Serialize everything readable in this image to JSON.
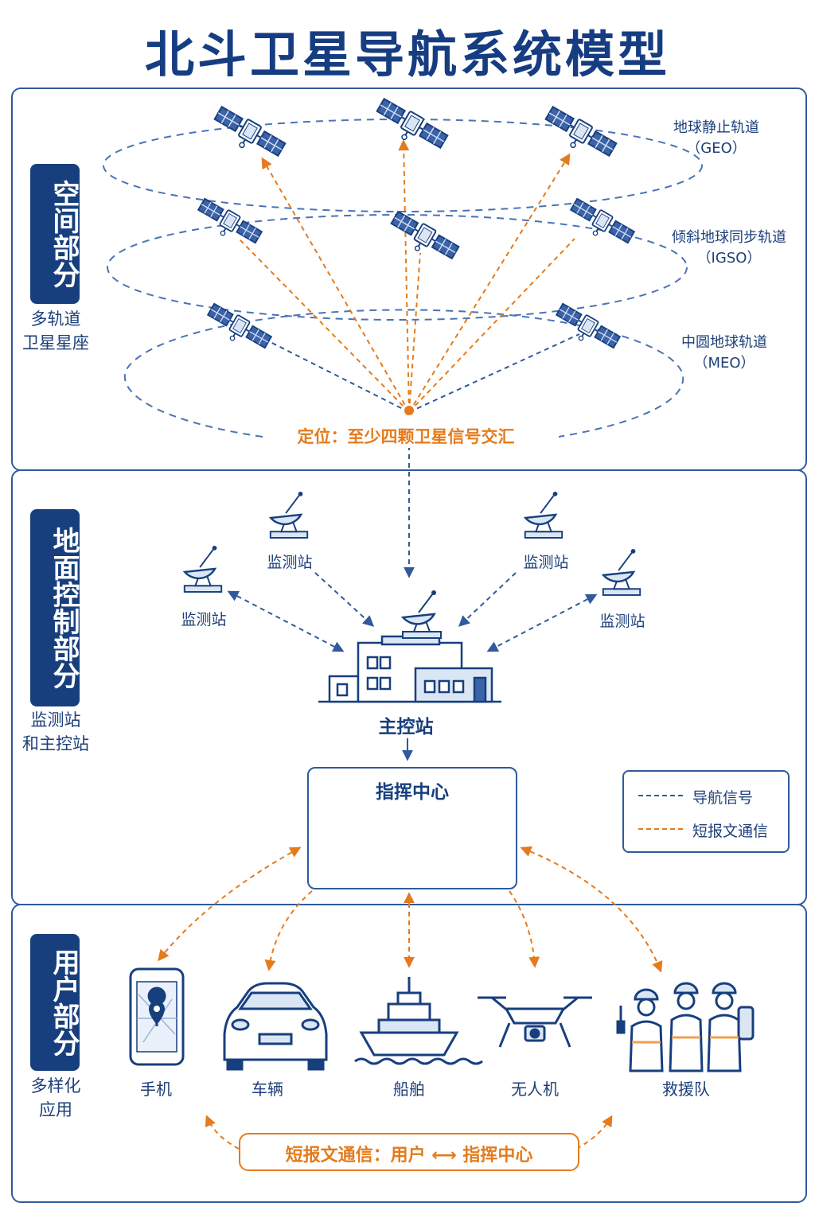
{
  "title": "北斗卫星导航系统模型",
  "space": {
    "badge": "空间部分",
    "subtitle_line1": "多轨道",
    "subtitle_line2": "卫星星座",
    "orbits": [
      {
        "name": "地球静止轨道",
        "code": "（GEO）"
      },
      {
        "name": "倾斜地球同步轨道",
        "code": "（IGSO）"
      },
      {
        "name": "中圆地球轨道",
        "code": "（MEO）"
      }
    ],
    "positioning_text": "定位：至少四颗卫星信号交汇"
  },
  "ground": {
    "badge": "地面控制部分",
    "subtitle_line1": "监测站",
    "subtitle_line2": "和主控站",
    "monitor_label": "监测站",
    "master_label": "主控站",
    "command_center": "指挥中心"
  },
  "legend": {
    "nav_signal": "导航信号",
    "short_message": "短报文通信",
    "nav_color": "#2f5a9c",
    "msg_color": "#e57b1c"
  },
  "user": {
    "badge": "用户部分",
    "subtitle_line1": "多样化",
    "subtitle_line2": "应用",
    "devices": [
      "手机",
      "车辆",
      "船舶",
      "无人机",
      "救援队"
    ],
    "sms_text": "短报文通信：用户 ⟷ 指挥中心"
  }
}
